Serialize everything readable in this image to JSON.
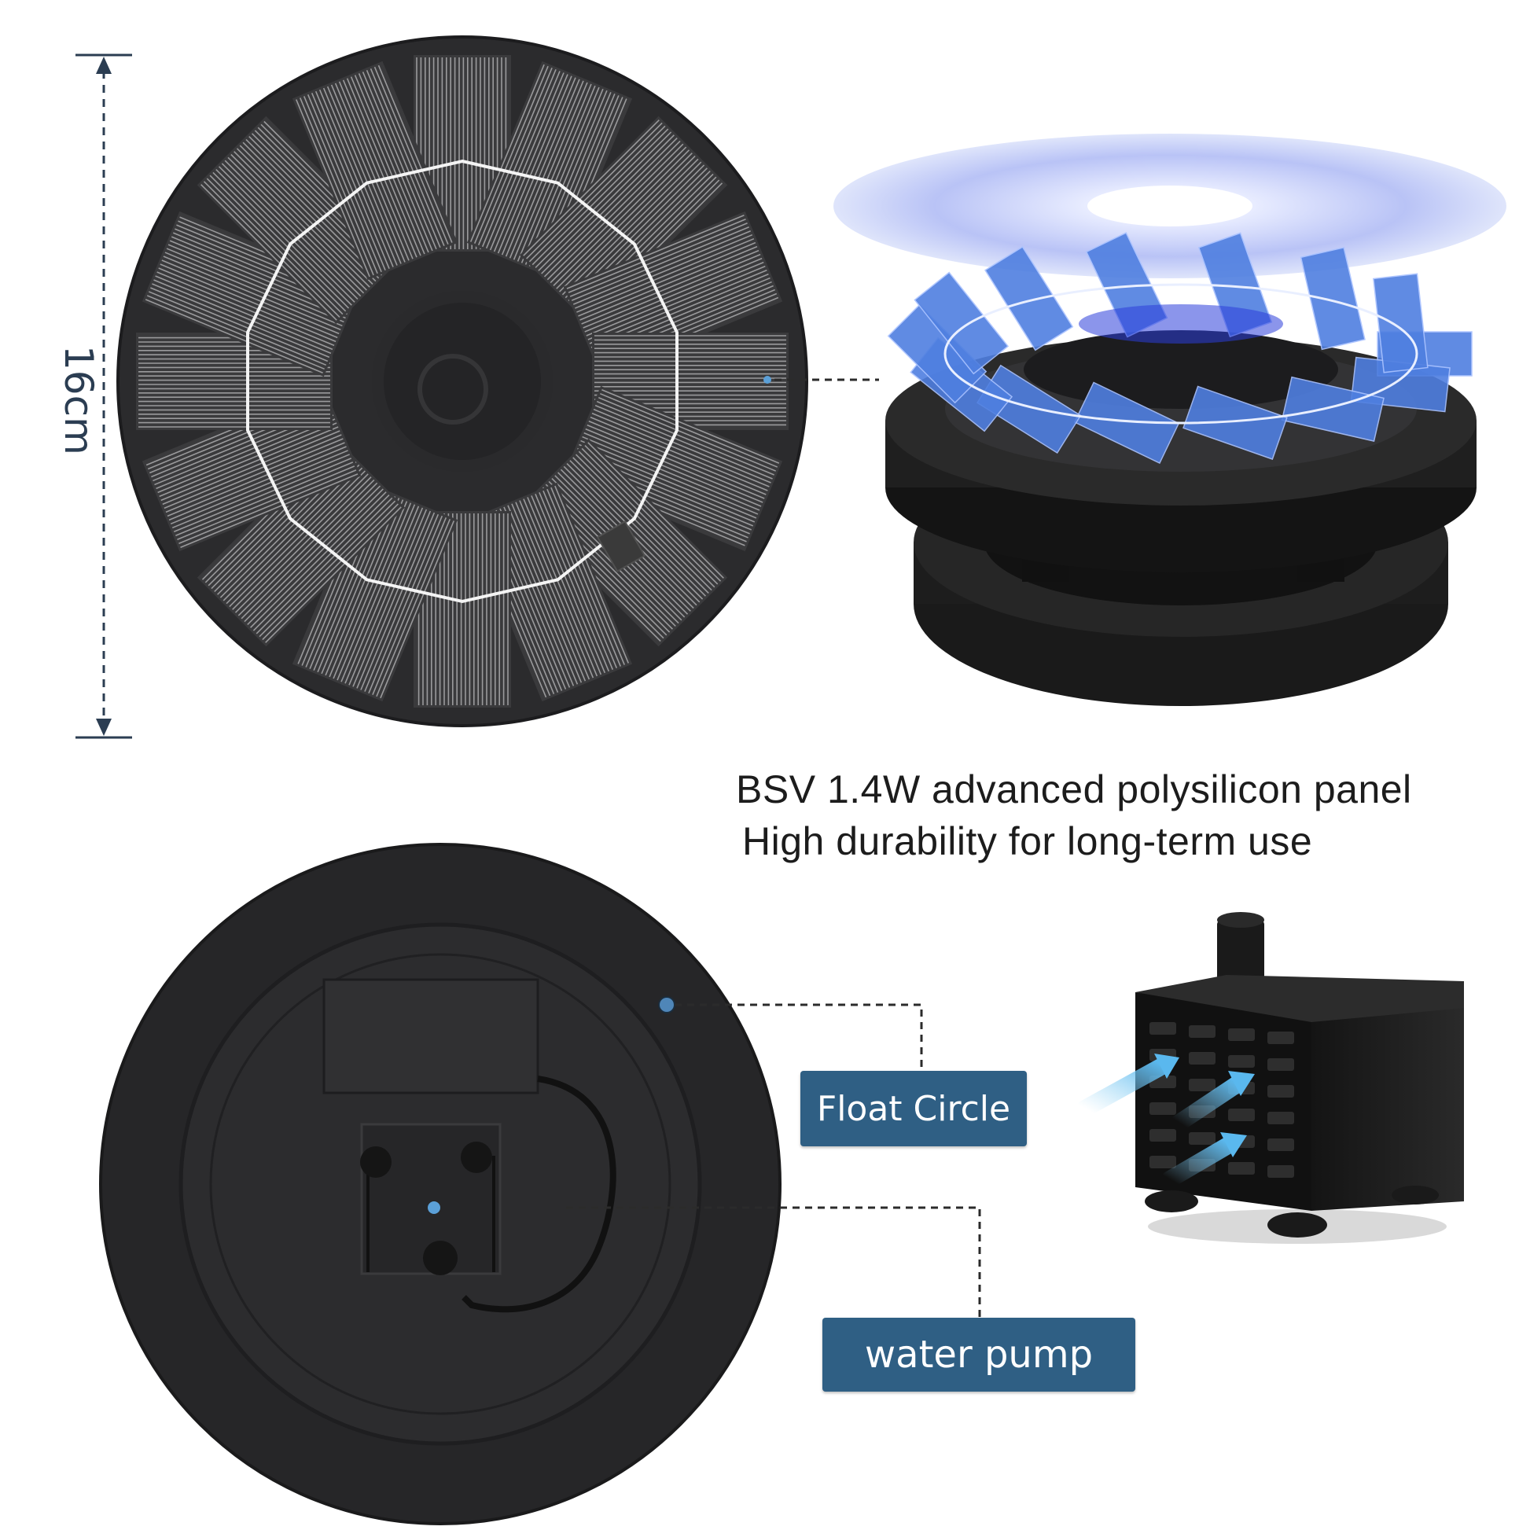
{
  "dimension": {
    "label": "16cm"
  },
  "headline": {
    "line1": "BSV 1.4W  advanced polysilicon panel",
    "line2": "High durability for long-term use"
  },
  "callouts": {
    "float_circle": "Float Circle",
    "water_pump": "water pump"
  },
  "colors": {
    "panel_body": "#2b2b2d",
    "callout_box": "#2f5f84",
    "dimension_line": "#2b3d52",
    "cell_blue": "#4f7fe0"
  }
}
